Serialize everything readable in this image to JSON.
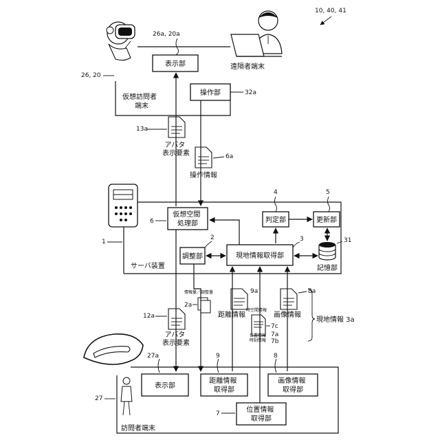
{
  "figure_ref": "10, 40, 41",
  "remote_terminal": {
    "name": "遠隔者端末",
    "ref": "26, 20",
    "caption": "仮想訪問者\n端末",
    "display_unit": {
      "label": "表示部",
      "ref": "26a, 20a"
    },
    "operation_unit": {
      "label": "操作部",
      "ref": "32a"
    }
  },
  "documents": {
    "avatar_elements_top": {
      "label": "アバタ\n表示要素",
      "ref": "13a"
    },
    "operation_info": {
      "label": "操作情報",
      "ref": "6a"
    },
    "avatar_elements_bottom": {
      "label": "アバタ\n表示要素",
      "ref": "12a"
    },
    "info_amount": {
      "label": "情報量／調整量",
      "ref": "2a"
    },
    "distance_info": {
      "label": "距離情報",
      "ref": "9a"
    },
    "image_info": {
      "label": "画像情報",
      "ref": "8a"
    },
    "time_space_info": {
      "label": "時空間情報",
      "ref": "7c"
    },
    "position_info": {
      "label": "位置情報",
      "ref": "7a"
    },
    "time_info": {
      "label": "時刻情報",
      "ref": "7b"
    }
  },
  "local_info_group": {
    "label": "現地情報 3a"
  },
  "server": {
    "name": "サーバ装置",
    "ref": "1",
    "virtual_space": {
      "label": "仮想空間\n処理部",
      "ref": "6"
    },
    "judgment": {
      "label": "判定部",
      "ref": "4"
    },
    "update": {
      "label": "更新部",
      "ref": "5"
    },
    "adjust": {
      "label": "調整部",
      "ref": "2"
    },
    "local_acquire": {
      "label": "現地情報取得部",
      "ref": "3"
    },
    "storage": {
      "label": "記憶部",
      "ref": "31"
    }
  },
  "visitor_terminal": {
    "name": "訪問者端末",
    "ref": "27",
    "display_unit": {
      "label": "表示部",
      "ref": "27a"
    },
    "distance_acquire": {
      "label": "距離情報\n取得部",
      "ref": "9"
    },
    "image_acquire": {
      "label": "画像情報\n取得部",
      "ref": "8"
    },
    "position_acquire": {
      "label": "位置情報\n取得部",
      "ref": "7"
    }
  }
}
